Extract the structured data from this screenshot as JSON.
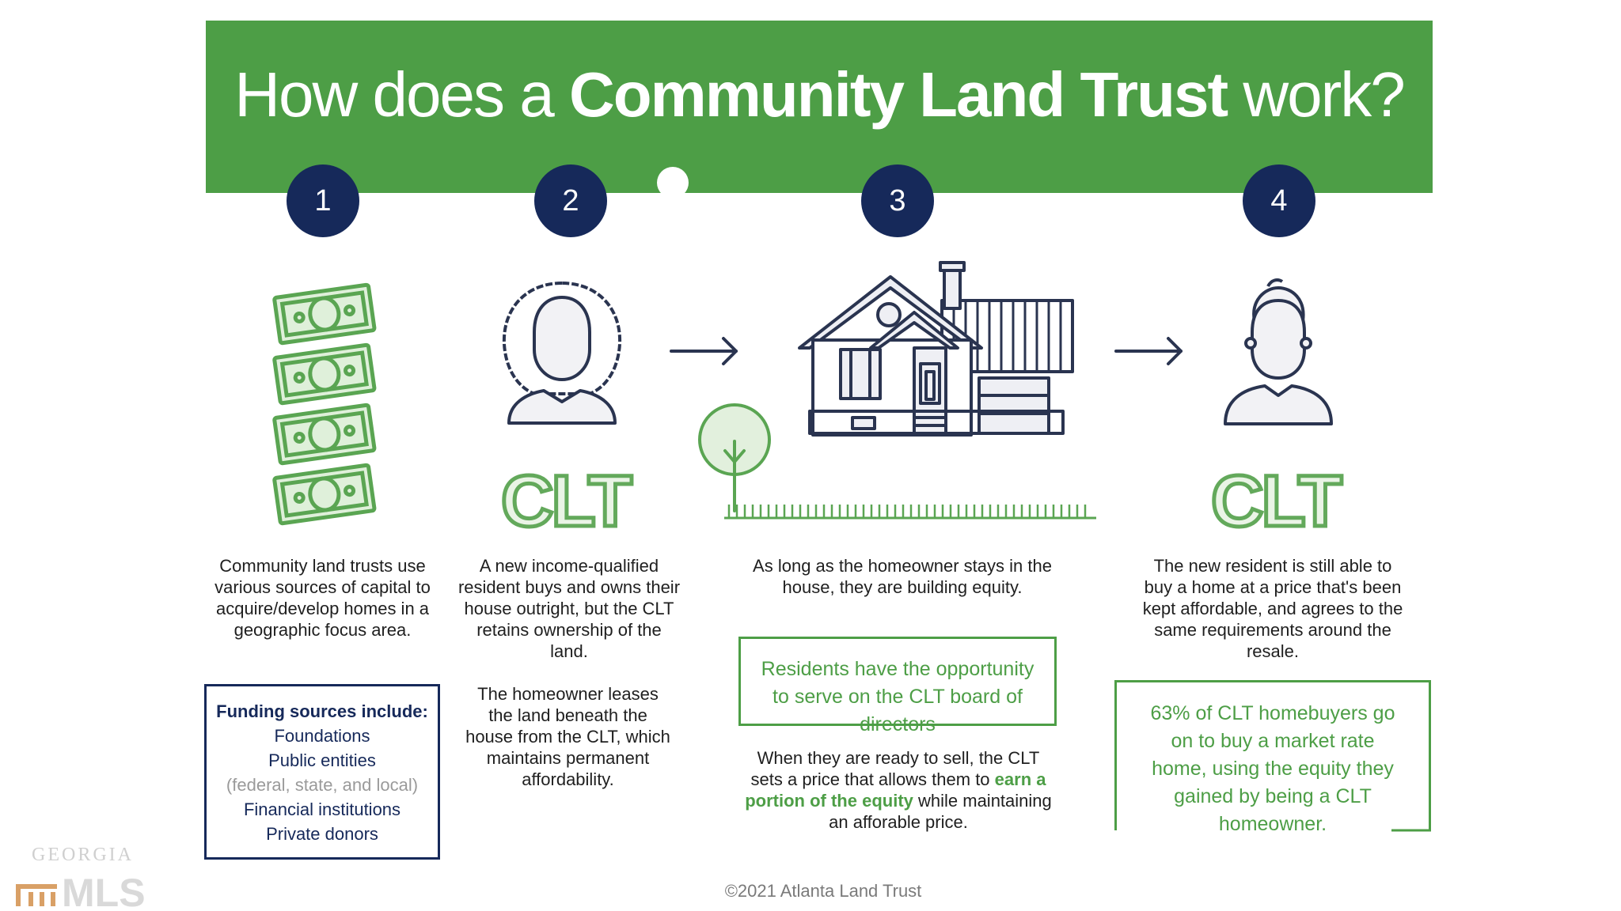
{
  "header": {
    "title_pre": "How does a ",
    "title_bold": "Community Land Trust",
    "title_post": " work?"
  },
  "steps": [
    {
      "number": "1",
      "description": "Community land trusts use various sources of capital to acquire/develop homes in a geographic focus area."
    },
    {
      "number": "2",
      "clt_label": "CLT",
      "description": "A new income-qualified resident buys and owns their house outright, but the CLT retains ownership of the land.",
      "description2": "The homeowner leases the land beneath the house from the CLT, which maintains permanent affordability."
    },
    {
      "number": "3",
      "description": "As long as the homeowner stays in the house, they are building equity.",
      "callout": "Residents have the opportunity to serve on the CLT board of directors",
      "sell_pre": "When they are ready to sell, the CLT sets a price that allows them to ",
      "sell_highlight": "earn a portion of the equity",
      "sell_post": " while maintaining an afforable price."
    },
    {
      "number": "4",
      "clt_label": "CLT",
      "description": "The new resident is still able to buy a home at a price that's been kept affordable, and agrees to the same requirements around the resale.",
      "callout": "63% of CLT homebuyers go on to buy a market rate home, using the equity they gained by being a CLT homeowner."
    }
  ],
  "funding": {
    "heading": "Funding sources include:",
    "items": [
      "Foundations",
      "Public entities",
      "(federal, state, and local)",
      "Financial institutions",
      "Private donors"
    ]
  },
  "watermark": {
    "line1": "GEORGIA",
    "line2": "MLS"
  },
  "copyright": "©2021 Atlanta Land Trust",
  "colors": {
    "green": "#4d9e46",
    "navy": "#16295a",
    "light_green": "#eaf4e6"
  },
  "icons": [
    "money-stack-icon",
    "woman-avatar-icon",
    "arrow-right-icon",
    "house-icon",
    "tree-icon",
    "grass-icon",
    "man-avatar-icon"
  ]
}
